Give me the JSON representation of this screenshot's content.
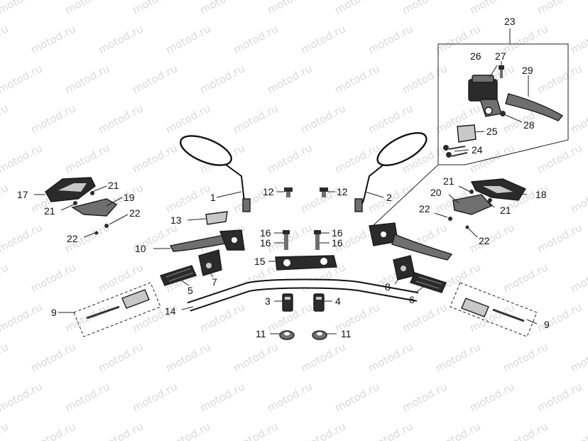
{
  "watermark": {
    "text": "motod.ru",
    "color": "#d9d9d9"
  },
  "colors": {
    "line": "#222222",
    "part_dark": "#2b2b2b",
    "part_mid": "#6f6f6f",
    "part_light": "#c8c8c8"
  },
  "callouts": {
    "c1": "1",
    "c2": "2",
    "c3": "3",
    "c4": "4",
    "c5": "5",
    "c6": "6",
    "c7": "7",
    "c8": "8",
    "c9a": "9",
    "c9b": "9",
    "c10": "10",
    "c11a": "11",
    "c11b": "11",
    "c12a": "12",
    "c12b": "12",
    "c13": "13",
    "c14": "14",
    "c15": "15",
    "c16a": "16",
    "c16b": "16",
    "c16c": "16",
    "c16d": "16",
    "c17": "17",
    "c18": "18",
    "c19": "19",
    "c20": "20",
    "c21a": "21",
    "c21b": "21",
    "c21c": "21",
    "c21d": "21",
    "c22a": "22",
    "c22b": "22",
    "c22c": "22",
    "c22d": "22",
    "c23": "23",
    "c24": "24",
    "c25": "25",
    "c26": "26",
    "c27": "27",
    "c28": "28",
    "c29": "29"
  }
}
